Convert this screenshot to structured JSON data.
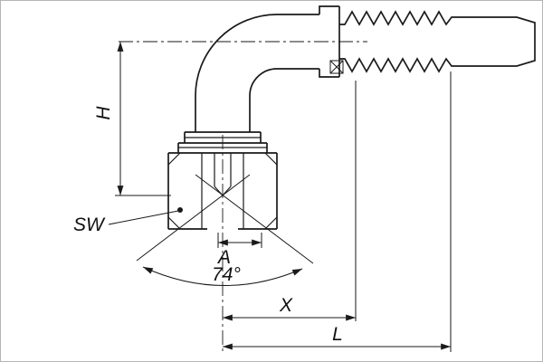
{
  "drawing": {
    "background": "#ffffff",
    "line_color": "#1a1a1a",
    "labels": {
      "h": "H",
      "sw": "SW",
      "a": "A",
      "angle": "74°",
      "x": "X",
      "l": "L"
    }
  }
}
